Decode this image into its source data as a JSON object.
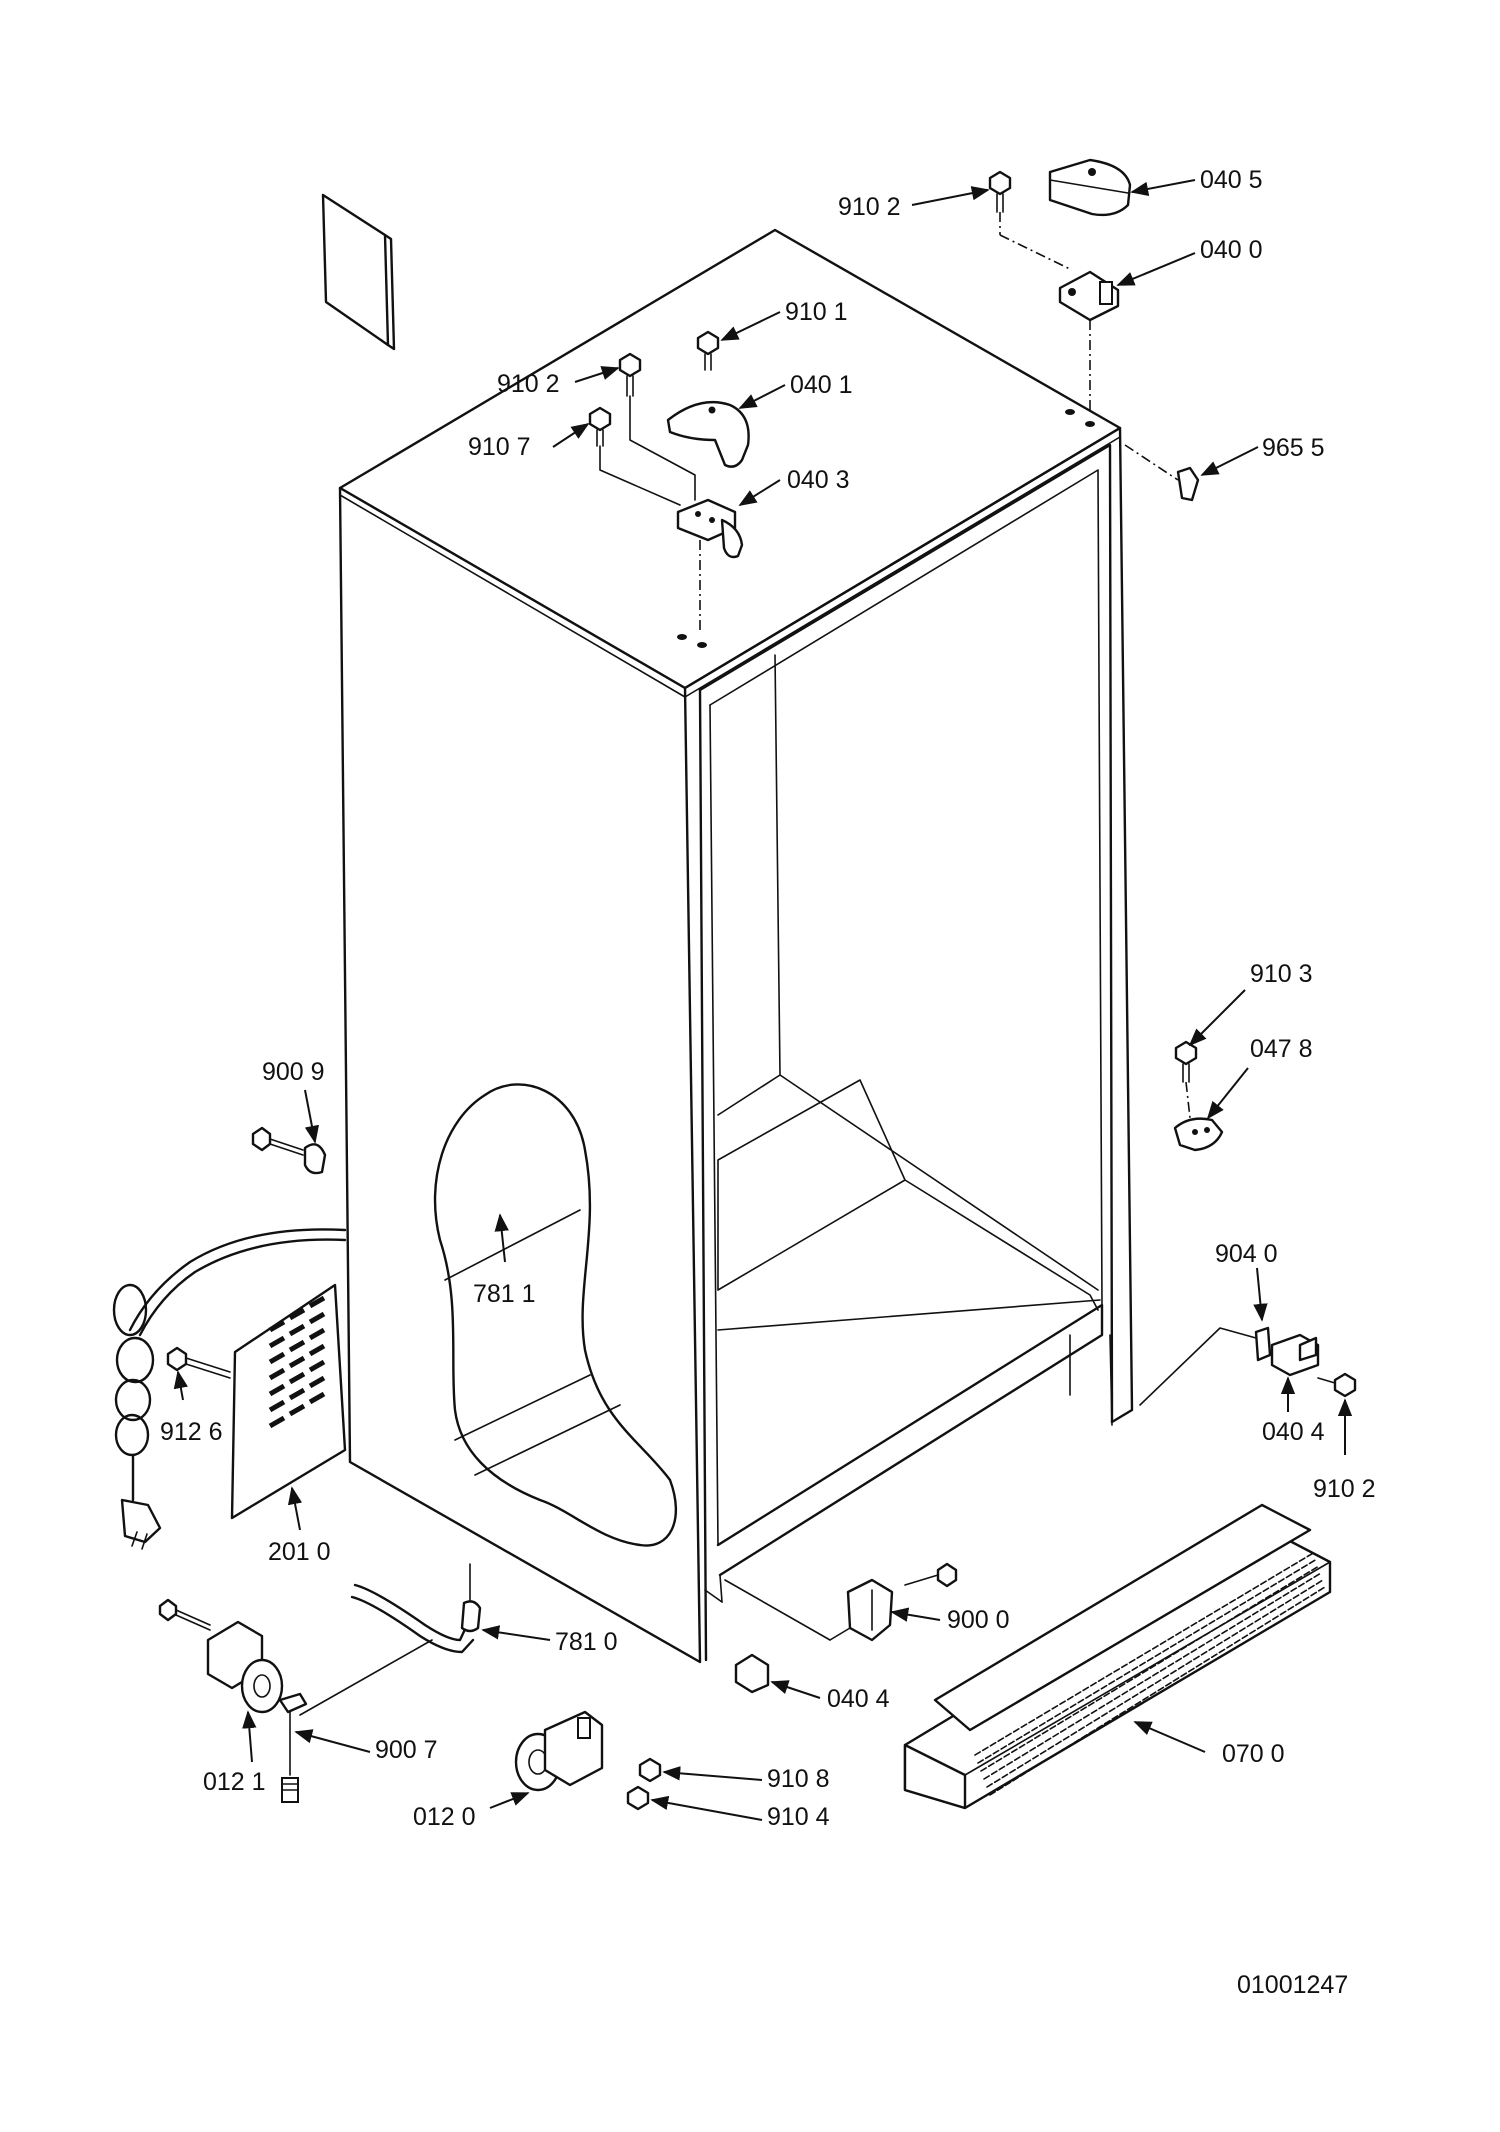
{
  "diagram": {
    "document_id": "01001247",
    "callouts": [
      {
        "key": "c-040-5-top",
        "text": "040 5"
      },
      {
        "key": "c-910-2-top",
        "text": "910 2"
      },
      {
        "key": "c-040-0",
        "text": "040 0"
      },
      {
        "key": "c-910-1",
        "text": "910 1"
      },
      {
        "key": "c-910-2-mid",
        "text": "910 2"
      },
      {
        "key": "c-040-1",
        "text": "040 1"
      },
      {
        "key": "c-910-7",
        "text": "910 7"
      },
      {
        "key": "c-040-3",
        "text": "040 3"
      },
      {
        "key": "c-965-5",
        "text": "965 5"
      },
      {
        "key": "c-910-3",
        "text": "910 3"
      },
      {
        "key": "c-047-8",
        "text": "047 8"
      },
      {
        "key": "c-900-9",
        "text": "900 9"
      },
      {
        "key": "c-781-1",
        "text": "781 1"
      },
      {
        "key": "c-904-0",
        "text": "904 0"
      },
      {
        "key": "c-912-6",
        "text": "912 6"
      },
      {
        "key": "c-040-4-right",
        "text": "040 4"
      },
      {
        "key": "c-910-2-right",
        "text": "910 2"
      },
      {
        "key": "c-201-0",
        "text": "201 0"
      },
      {
        "key": "c-781-0",
        "text": "781 0"
      },
      {
        "key": "c-900-0",
        "text": "900 0"
      },
      {
        "key": "c-040-4-bottom",
        "text": "040 4"
      },
      {
        "key": "c-012-1",
        "text": "012 1"
      },
      {
        "key": "c-900-7",
        "text": "900 7"
      },
      {
        "key": "c-910-8",
        "text": "910 8"
      },
      {
        "key": "c-070-0",
        "text": "070 0"
      },
      {
        "key": "c-012-0",
        "text": "012 0"
      },
      {
        "key": "c-910-4",
        "text": "910 4"
      }
    ]
  }
}
